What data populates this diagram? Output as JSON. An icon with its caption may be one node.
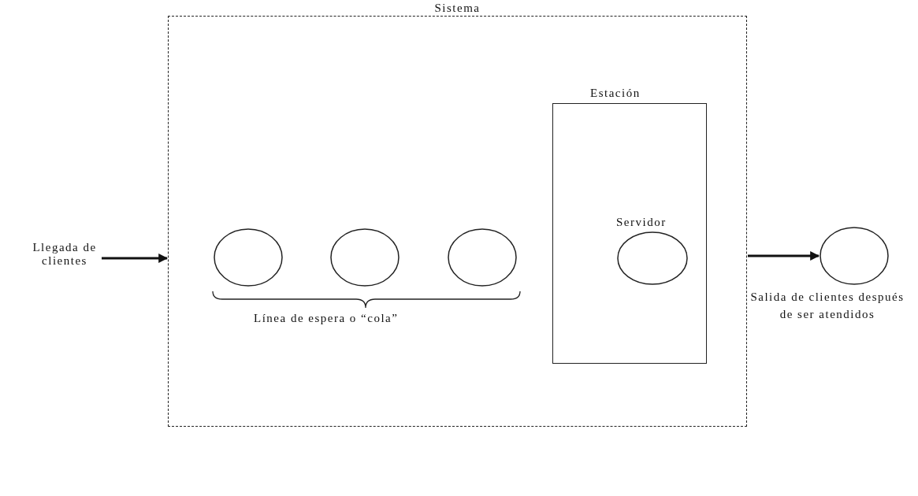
{
  "diagram": {
    "nodes": [
      {
        "text": [
          "Sistema"
        ]
      },
      {
        "text": [],
        "shape": "circle",
        "in": 0
      },
      {
        "text": [],
        "shape": "circle",
        "in": 0
      },
      {
        "text": [],
        "shape": "circle",
        "in": 0
      },
      {
        "text": [
          "Estación"
        ],
        "in": 0
      },
      {
        "text": [
          "Servidor"
        ],
        "in": 4
      },
      {
        "text": [
          "Llegada de clientes"
        ]
      },
      {
        "text": [],
        "shape": "circle",
        "beside": [
          "Salida de clientes después de ser atendidos"
        ]
      }
    ],
    "edges": [
      {
        "from": 6,
        "to": 0,
        "arrow": "to"
      },
      {
        "from": 0,
        "to": 7,
        "arrow": "to"
      }
    ],
    "labels": [
      "Línea de espera o “cola”"
    ]
  }
}
